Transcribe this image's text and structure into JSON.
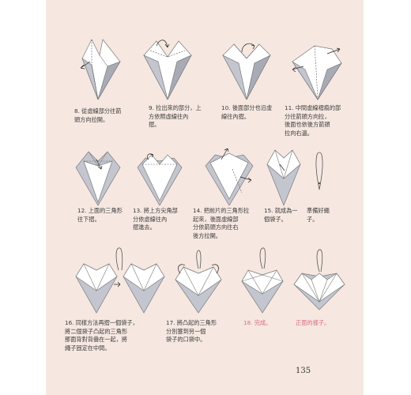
{
  "steps": [
    {
      "caption": "8. 從虛線部分往箭\n    頭方向拉開。"
    },
    {
      "caption": "9. 拉出來的部分，上\n    方依照虛線往內\n    摺。"
    },
    {
      "caption": "10. 後面部分也沿虛\n      線往內摺。"
    },
    {
      "caption": "11. 中間虛線褶痕的部\n      分往箭頭方向拉，\n      後面也依後方箭頭\n      拉向右邊。"
    },
    {
      "caption": "12. 上面的三角形\n      往下摺。"
    },
    {
      "caption": "13. 將上方尖角部\n      分依虛線往內\n      摺進去。"
    },
    {
      "caption": "14. 把前片的三角形拉\n      起來，後面虛線部\n      分依箭頭方向往右\n      後方拉開。"
    },
    {
      "caption": "15. 就成為一\n      個袋子。"
    },
    {
      "caption": "準備好繩\n子。"
    },
    {
      "caption": "16. 同樣方法再摺一個袋子，\n      將二個袋子凸起的三角形\n      那面背對背疊在一起，將\n      繩子固定在中間。"
    },
    {
      "caption": "17. 將凸起的三角形\n      分別塞到另一個\n      袋子的口袋中。"
    },
    {
      "caption": "18. 完成。"
    },
    {
      "caption": "正面的樣子。"
    }
  ],
  "page_number": "135",
  "colors": {
    "page": "#f6e8e1",
    "paper_back": "#c3c6cf",
    "accent_text": "#d96a7e"
  }
}
